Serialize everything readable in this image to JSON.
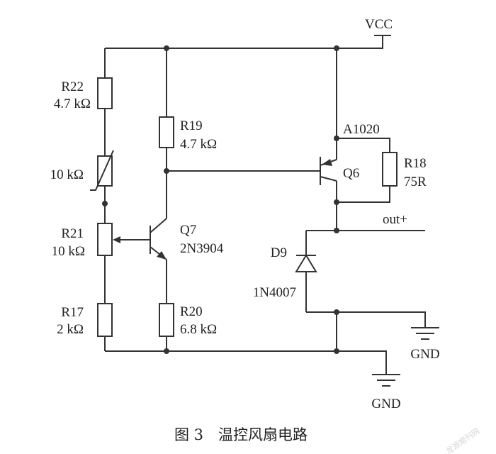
{
  "labels": {
    "vcc": "VCC",
    "gnd_right": "GND",
    "gnd_bottom": "GND",
    "out": "out+",
    "r22_name": "R22",
    "r22_value": "4.7 kΩ",
    "thermistor_value": "10 kΩ",
    "r21_name": "R21",
    "r21_value": "10 kΩ",
    "r17_name": "R17",
    "r17_value": "2 kΩ",
    "r19_name": "R19",
    "r19_value": "4.7 kΩ",
    "r20_name": "R20",
    "r20_value": "6.8 kΩ",
    "q7_name": "Q7",
    "q7_part": "2N3904",
    "q6_name": "Q6",
    "q6_part": "A1020",
    "r18_name": "R18",
    "r18_value": "75R",
    "d9_name": "D9",
    "d9_part": "1N4007"
  },
  "caption": "图 3　温控风扇电路",
  "watermark": "龙源期刊网"
}
